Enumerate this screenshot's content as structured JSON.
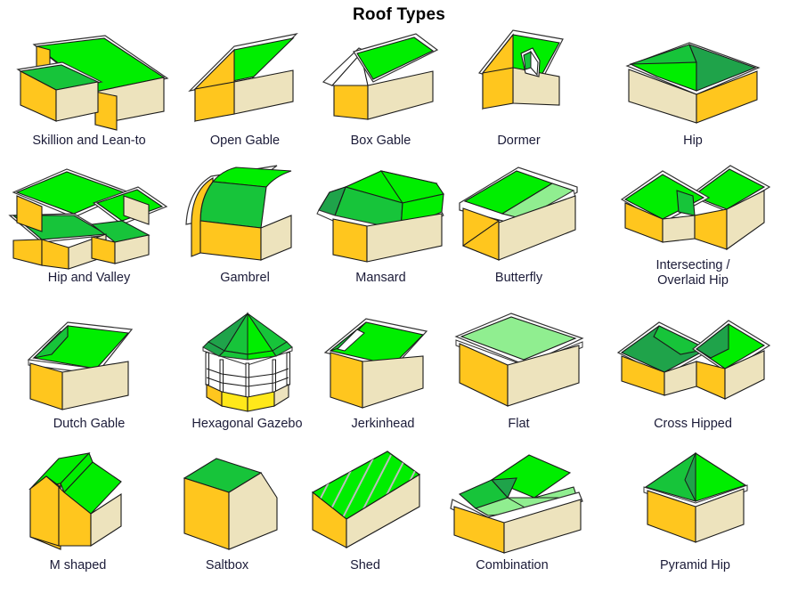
{
  "title": "Roof Types",
  "palette": {
    "roof_bright_green": "#00EE00",
    "roof_mid_green": "#17C43A",
    "roof_dark_green": "#1FA34A",
    "roof_pale_green": "#90EE90",
    "wall_gold": "#FFC61E",
    "wall_cream": "#EDE3BD",
    "wall_yellow": "#FFE81A",
    "outline": "#1a1a1a",
    "fascia": "#ffffff",
    "label_text": "#1b1b38",
    "title_text": "#000000",
    "background": "#ffffff"
  },
  "rows": [
    {
      "index": 1,
      "items": [
        {
          "id": "skillion-and-lean-to",
          "label": "Skillion and Lean-to"
        },
        {
          "id": "open-gable",
          "label": "Open Gable"
        },
        {
          "id": "box-gable",
          "label": "Box Gable"
        },
        {
          "id": "dormer",
          "label": "Dormer"
        },
        {
          "id": "hip",
          "label": "Hip"
        }
      ]
    },
    {
      "index": 2,
      "items": [
        {
          "id": "hip-and-valley",
          "label": "Hip and Valley"
        },
        {
          "id": "gambrel",
          "label": "Gambrel"
        },
        {
          "id": "mansard",
          "label": "Mansard"
        },
        {
          "id": "butterfly",
          "label": "Butterfly"
        },
        {
          "id": "intersecting-overlaid-hip",
          "label": "Intersecting /\nOverlaid Hip"
        }
      ]
    },
    {
      "index": 3,
      "items": [
        {
          "id": "dutch-gable",
          "label": "Dutch Gable"
        },
        {
          "id": "hexagonal-gazebo",
          "label": "Hexagonal Gazebo"
        },
        {
          "id": "jerkinhead",
          "label": "Jerkinhead"
        },
        {
          "id": "flat",
          "label": "Flat"
        },
        {
          "id": "cross-hipped",
          "label": "Cross Hipped"
        }
      ]
    },
    {
      "index": 4,
      "items": [
        {
          "id": "m-shaped",
          "label": "M shaped"
        },
        {
          "id": "saltbox",
          "label": "Saltbox"
        },
        {
          "id": "shed",
          "label": "Shed"
        },
        {
          "id": "combination",
          "label": "Combination"
        },
        {
          "id": "pyramid-hip",
          "label": "Pyramid Hip"
        }
      ]
    }
  ]
}
